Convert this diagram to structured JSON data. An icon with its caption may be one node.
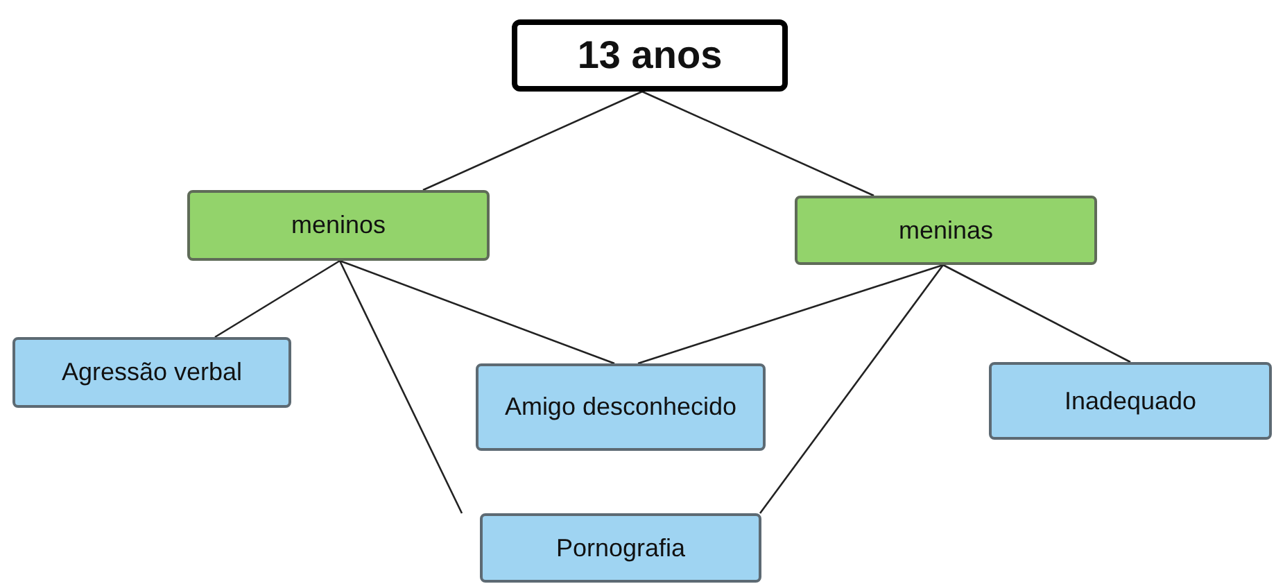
{
  "diagram": {
    "nodes": [
      {
        "text": [
          "13 anos"
        ]
      },
      {
        "text": [
          "meninos"
        ]
      },
      {
        "text": [
          "meninas"
        ]
      },
      {
        "text": [
          "Agressão verbal"
        ]
      },
      {
        "text": [
          "Amigo desconhecido"
        ]
      },
      {
        "text": [
          "Inadequado"
        ]
      },
      {
        "text": [
          "Pornografia"
        ]
      }
    ],
    "edges": [
      {
        "from": 0,
        "to": 1,
        "arrow": "none"
      },
      {
        "from": 0,
        "to": 2,
        "arrow": "none"
      },
      {
        "from": 1,
        "to": 3,
        "arrow": "none"
      },
      {
        "from": 1,
        "to": 4,
        "arrow": "none"
      },
      {
        "from": 1,
        "to": 6,
        "arrow": "none"
      },
      {
        "from": 2,
        "to": 4,
        "arrow": "none"
      },
      {
        "from": 2,
        "to": 6,
        "arrow": "none"
      },
      {
        "from": 2,
        "to": 5,
        "arrow": "none"
      }
    ]
  }
}
